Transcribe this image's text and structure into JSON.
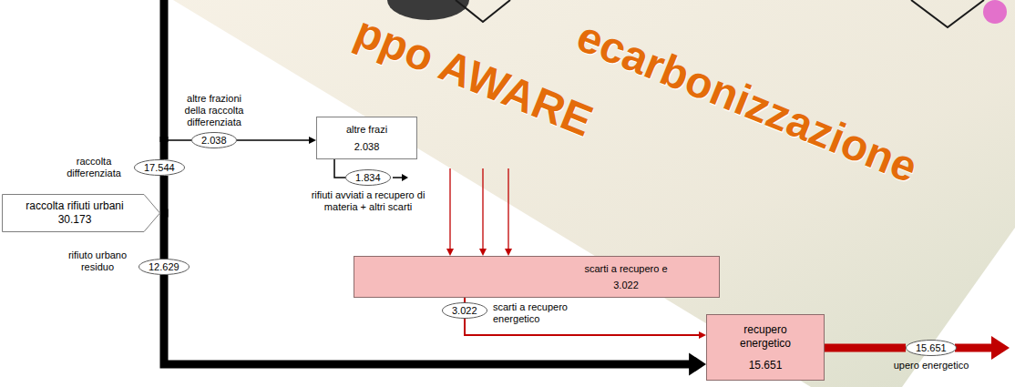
{
  "diagram": {
    "nodes": [
      {
        "text": [
          "raccolta rifiuti urbani",
          "30.173"
        ]
      },
      {
        "text": [
          "raccolta differenziata",
          "17.544"
        ]
      },
      {
        "text": [
          "altre frazioni della raccolta differenziata",
          "2.038"
        ]
      },
      {
        "text": [
          "altre frazi",
          "2.038"
        ]
      },
      {
        "text": [
          "1.834",
          "rifiuti avviati a recupero di materia + altri scarti"
        ]
      },
      {
        "text": [
          "rifiuto urbano residuo",
          "12.629"
        ]
      },
      {
        "text": [
          "scarti a recupero e",
          "3.022"
        ]
      },
      {
        "text": [
          "3.022",
          "scarti a recupero energetico"
        ]
      },
      {
        "text": [
          "recupero energetico",
          "15.651"
        ]
      },
      {
        "text": [
          "15.651",
          "upero energetico"
        ]
      }
    ],
    "edges": [
      {
        "from": 0,
        "to": 1,
        "arrow": "none"
      },
      {
        "from": 0,
        "to": 5,
        "arrow": "none"
      },
      {
        "from": 1,
        "to": 2,
        "arrow": "none"
      },
      {
        "from": 2,
        "to": 3,
        "arrow": "to"
      },
      {
        "from": 3,
        "to": 4,
        "arrow": "none"
      },
      {
        "from": 5,
        "to": 8,
        "arrow": "to"
      },
      {
        "from": 6,
        "to": 7,
        "arrow": "none"
      },
      {
        "from": 7,
        "to": 8,
        "arrow": "to"
      },
      {
        "from": 8,
        "to": 9,
        "arrow": "none"
      }
    ],
    "labels": [
      "ppo AWARE",
      "ecarbonizzazione"
    ]
  }
}
